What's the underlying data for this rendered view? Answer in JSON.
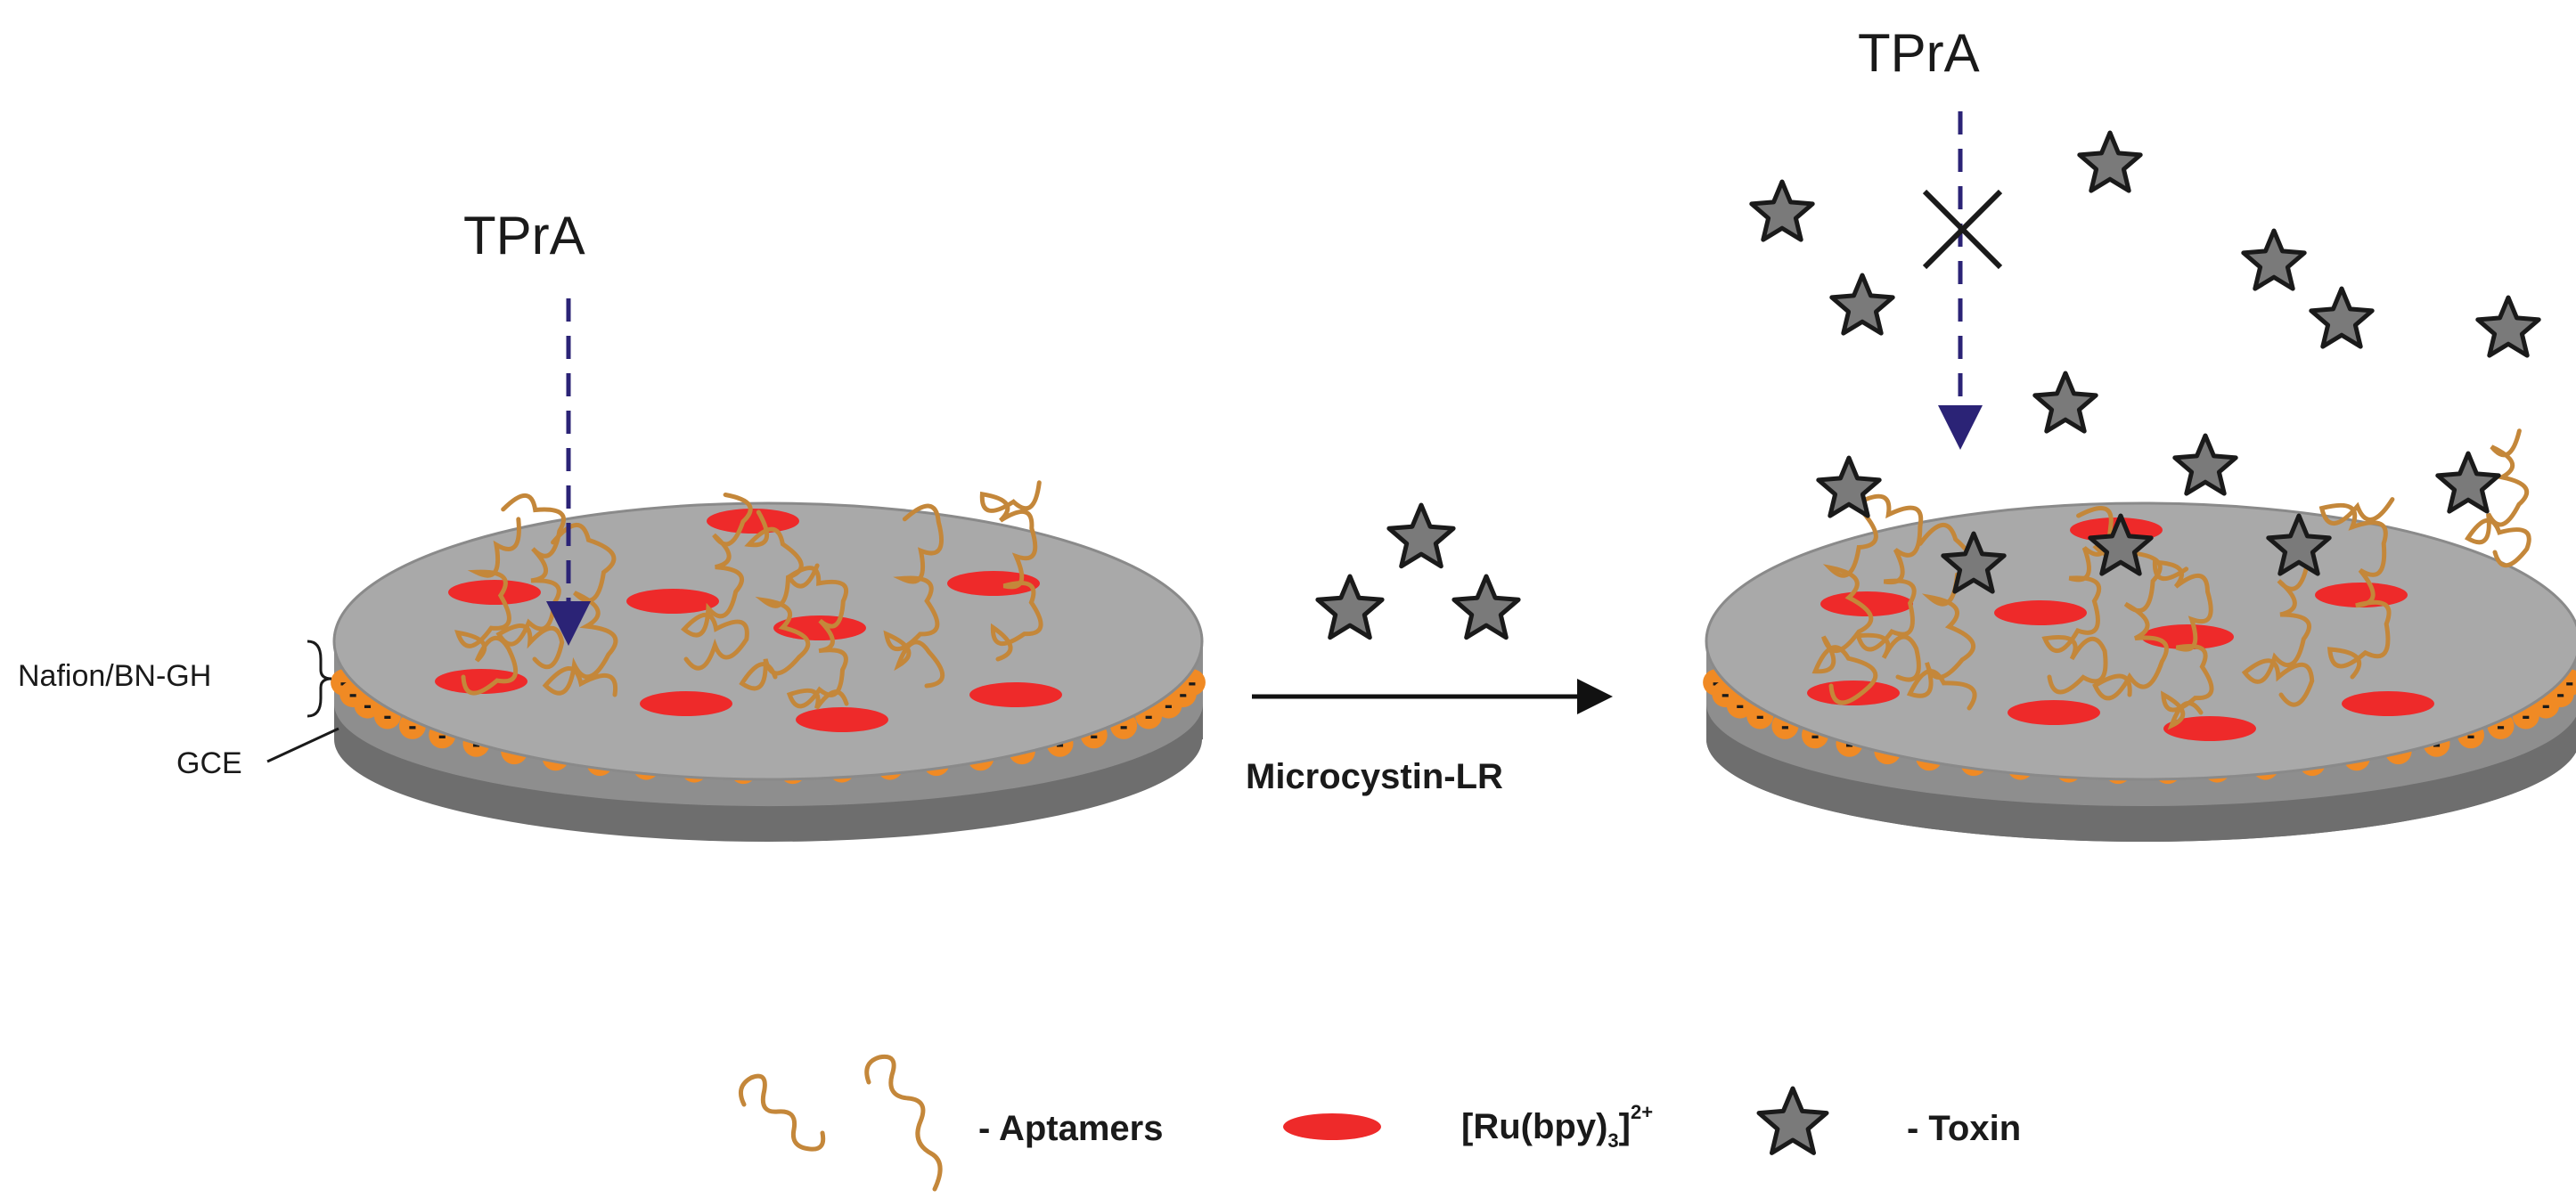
{
  "labels": {
    "tpra_left": "TPrA",
    "tpra_right": "TPrA",
    "nafion": "Nafion/BN-GH",
    "gce": "GCE",
    "minus": "-",
    "process": "Microcystin-LR"
  },
  "legend": {
    "aptamers": "- Aptamers",
    "ru_main": "[Ru(bpy)",
    "ru_sub": "3",
    "ru_close": "]",
    "ru_sup": "2+",
    "toxin": "- Toxin"
  },
  "colors": {
    "disc_top": "#a9a9a9",
    "disc_side": "#8e8e8e",
    "disc_bottom": "#6e6e6e",
    "nafion_band": "#c8c8c8",
    "charge_bead": "#f08a24",
    "ru_complex": "#ee2a2a",
    "aptamer": "#c4873a",
    "toxin_fill": "#7a7a7a",
    "toxin_stroke": "#1a1a1a",
    "tpra_arrow": "#2b2376",
    "reaction_arrow": "#111111"
  },
  "icons": {
    "arrow": "dashed-down-arrow-icon",
    "block": "cross-mark-icon",
    "toxin": "star-icon",
    "aptamer": "squiggle-strand-icon",
    "ru": "red-ellipse-icon",
    "bead": "negative-charge-bead-icon"
  }
}
